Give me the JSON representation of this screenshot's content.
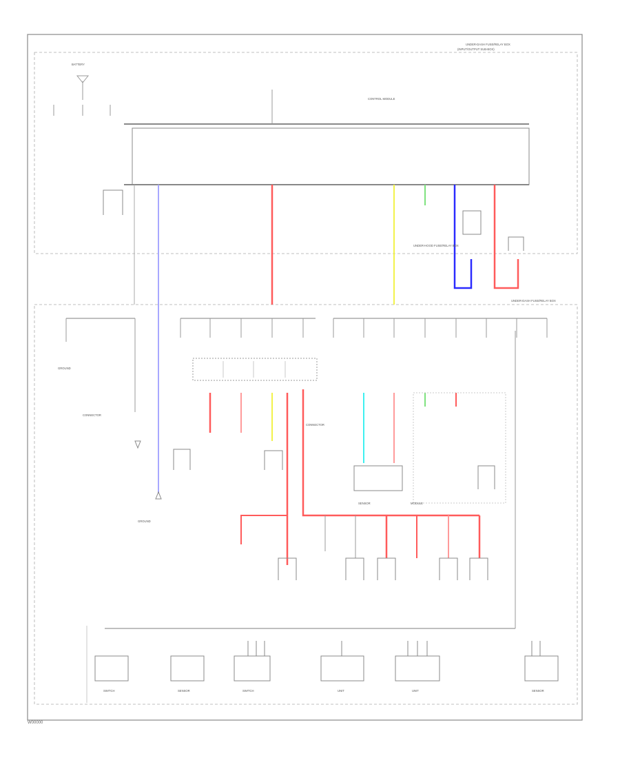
{
  "footer_code": "W00000",
  "colors": {
    "wire_default": "#9a9a9a",
    "wire_blue": "#2a2aff",
    "wire_light_blue": "#a8a8ff",
    "wire_red": "#ff5a5a",
    "wire_light_red": "#ff9a9a",
    "wire_yellow": "#f2f24a",
    "wire_cyan": "#3ef0f0",
    "wire_green": "#7ee27e",
    "border": "#888888"
  },
  "labels": {
    "top_right_1": "UNDER-DASH FUSE/RELAY BOX",
    "top_right_2": "(INPUT/OUTPUT SUB-BOX)",
    "upper_left": "BATTERY",
    "box_title": "CONTROL MODULE",
    "under_hood": "UNDER-HOOD FUSE/RELAY BOX",
    "lower_section": "UNDER-DASH FUSE/RELAY BOX",
    "ground_1": "GROUND",
    "ground_2": "GROUND",
    "connector_a": "CONNECTOR",
    "connector_b": "CONNECTOR",
    "module_1": "SENSOR",
    "module_2": "MODULE",
    "bottom_1": "SWITCH",
    "bottom_2": "SENSOR",
    "bottom_3": "SWITCH",
    "bottom_4": "UNIT",
    "bottom_5": "UNIT",
    "bottom_6": "SENSOR"
  }
}
